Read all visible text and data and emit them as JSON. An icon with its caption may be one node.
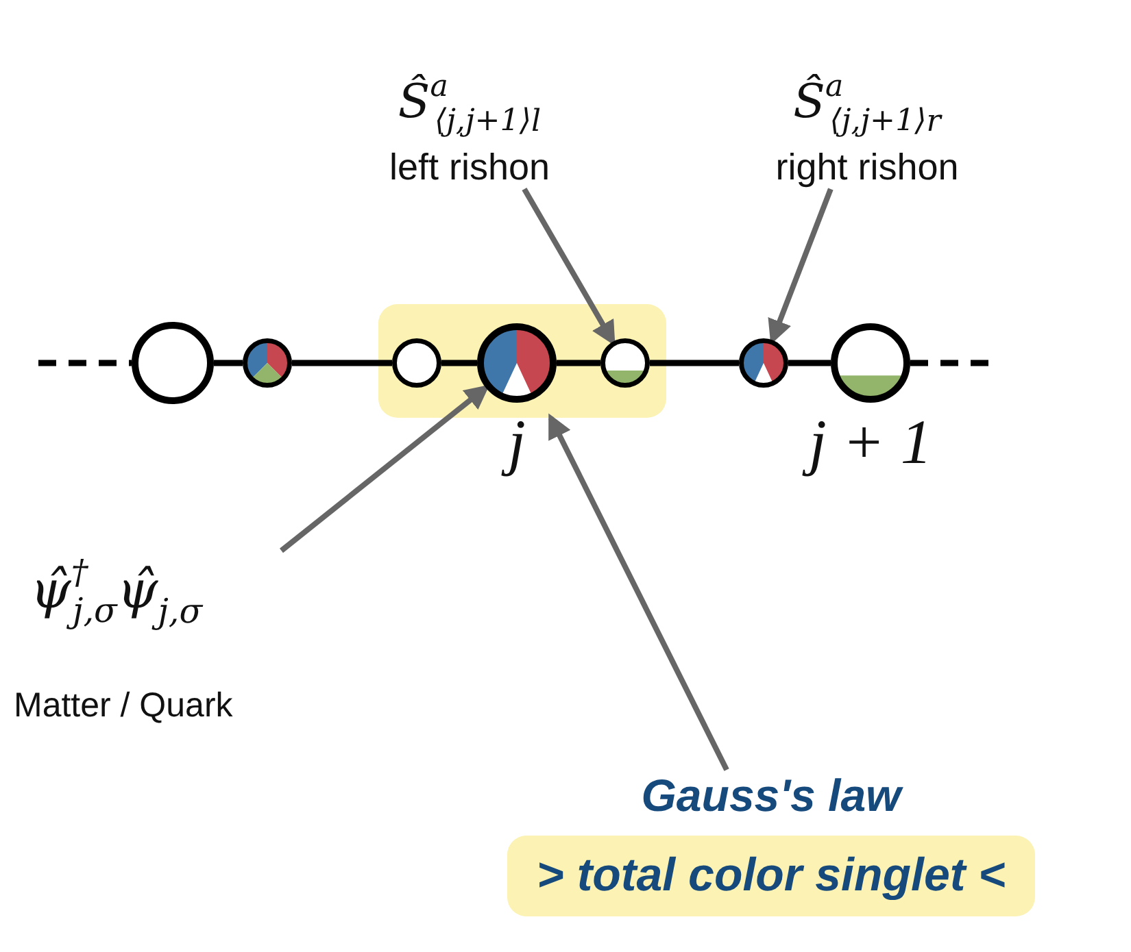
{
  "diagram": {
    "nodes": [
      {
        "text": [
          "Ŝ$^{a}$$_{⟨j,j+1⟩}$$_{l}$",
          "left rishon"
        ]
      },
      {
        "text": [
          "Ŝ$^{a}$$_{⟨j,j+1⟩}$$_{r}$",
          "right rishon"
        ]
      },
      {
        "text": [
          "ψ̂$^{†}$$_{j,σ}$ψ̂$_{j,σ}$",
          "Matter / Quark"
        ]
      },
      {
        "text": [
          "Gauss's law",
          "> total color singlet <"
        ]
      },
      {
        "text": [],
        "shape": "circle"
      },
      {
        "text": [],
        "shape": "circle"
      },
      {
        "text": [],
        "shape": "box"
      },
      {
        "text": [],
        "shape": "circle",
        "in": 6
      },
      {
        "text": [],
        "shape": "circle",
        "in": 6,
        "beside": [
          "j"
        ]
      },
      {
        "text": [],
        "shape": "circle",
        "in": 6
      },
      {
        "text": [],
        "shape": "circle"
      },
      {
        "text": [],
        "shape": "circle",
        "beside": [
          "j + 1"
        ]
      }
    ],
    "edges": [
      {
        "from": null,
        "to": 4,
        "arrow": "none",
        "style": "dashed"
      },
      {
        "from": 4,
        "to": 5,
        "arrow": "none"
      },
      {
        "from": 5,
        "to": 7,
        "arrow": "none"
      },
      {
        "from": 7,
        "to": 8,
        "arrow": "none"
      },
      {
        "from": 8,
        "to": 9,
        "arrow": "none"
      },
      {
        "from": 9,
        "to": 10,
        "arrow": "none"
      },
      {
        "from": 10,
        "to": 11,
        "arrow": "none"
      },
      {
        "from": 11,
        "to": null,
        "arrow": "none",
        "style": "dashed"
      },
      {
        "from": 0,
        "to": 9,
        "arrow": "to",
        "color": "#666666"
      },
      {
        "from": 1,
        "to": 10,
        "arrow": "to",
        "color": "#666666"
      },
      {
        "from": 2,
        "to": 8,
        "arrow": "to",
        "color": "#666666"
      },
      {
        "from": 3,
        "to": 6,
        "arrow": "to",
        "color": "#666666"
      }
    ]
  }
}
